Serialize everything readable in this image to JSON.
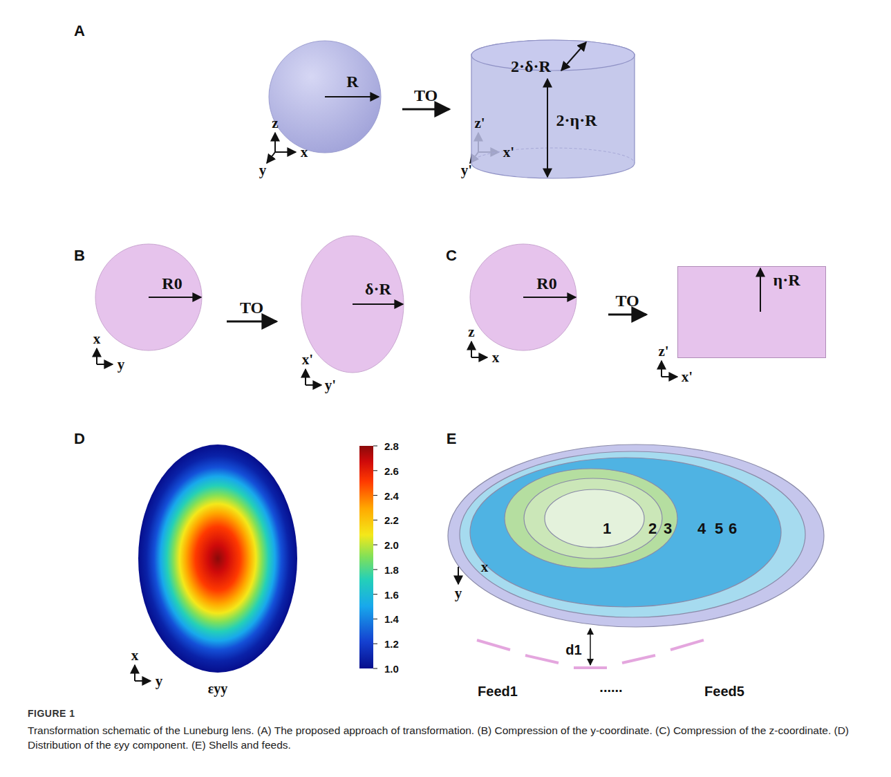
{
  "diagram": {
    "title": "FIGURE 1",
    "caption": "Transformation schematic of the Luneburg lens. (A) The proposed approach of transformation. (B) Compression of the y-coordinate. (C) Compression of the z-coordinate. (D) Distribution of the εyy component. (E) Shells and feeds.",
    "nodes": [
      {
        "text": [
          "R"
        ]
      },
      {
        "text": [
          "2·δ·R",
          "2·η·R"
        ]
      },
      {
        "text": [
          "R0"
        ]
      },
      {
        "text": [
          "δ·R"
        ]
      },
      {
        "text": [
          "R0"
        ]
      },
      {
        "text": [
          "η·R"
        ]
      }
    ],
    "edges": [
      {
        "from": 0,
        "to": 1,
        "arrow": "to",
        "label": "TO"
      },
      {
        "from": 2,
        "to": 3,
        "arrow": "to",
        "label": "TO"
      },
      {
        "from": 4,
        "to": 5,
        "arrow": "to",
        "label": "TO"
      }
    ],
    "labels": [
      "A",
      "z",
      "x",
      "y",
      "z'",
      "x'",
      "y'",
      "B",
      "x",
      "y",
      "x'",
      "y'",
      "C",
      "z",
      "x",
      "z'",
      "x'",
      "D",
      "2.8",
      "2.6",
      "2.4",
      "2.2",
      "2.0",
      "1.8",
      "1.6",
      "1.4",
      "1.2",
      "1.0",
      "x",
      "y",
      "εyy",
      "E",
      "1",
      "2",
      "3",
      "4",
      "5",
      "6",
      "x",
      "y",
      "d1",
      "Feed1",
      "......",
      "Feed5"
    ]
  }
}
